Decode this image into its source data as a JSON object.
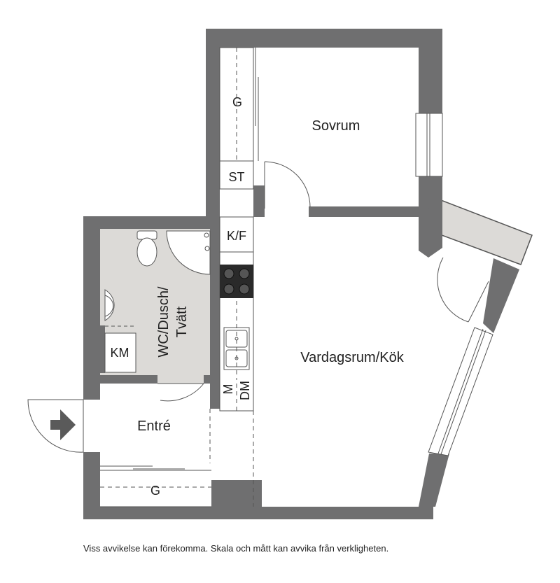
{
  "colors": {
    "wall": "#6f6f70",
    "wet_room_floor": "#dcdad7",
    "balcony": "#dcdad7",
    "fixture_line": "#555555",
    "stove": "#2a2a2a"
  },
  "rooms": {
    "sovrum": "Sovrum",
    "vardagsrum_kok": "Vardagsrum/Kök",
    "wc_line1": "WC/Dusch/",
    "wc_line2": "Tvätt",
    "entre": "Entré"
  },
  "fixtures": {
    "wardrobe_bedroom": "G",
    "storage_bedroom": "ST",
    "fridge_freezer": "K/F",
    "washing_machine": "KM",
    "microwave": "M",
    "dishwasher": "DM",
    "wardrobe_entrance": "G"
  },
  "icons": {
    "entrance": "entrance-arrow-icon",
    "toilet": "toilet-icon",
    "sink": "sink-icon",
    "stove": "stove-icon",
    "kitchen_sink": "kitchen-sink-icon",
    "shower": "shower-icon"
  },
  "footer": {
    "disclaimer": "Viss avvikelse kan förekomma. Skala och mått kan avvika från verkligheten."
  }
}
